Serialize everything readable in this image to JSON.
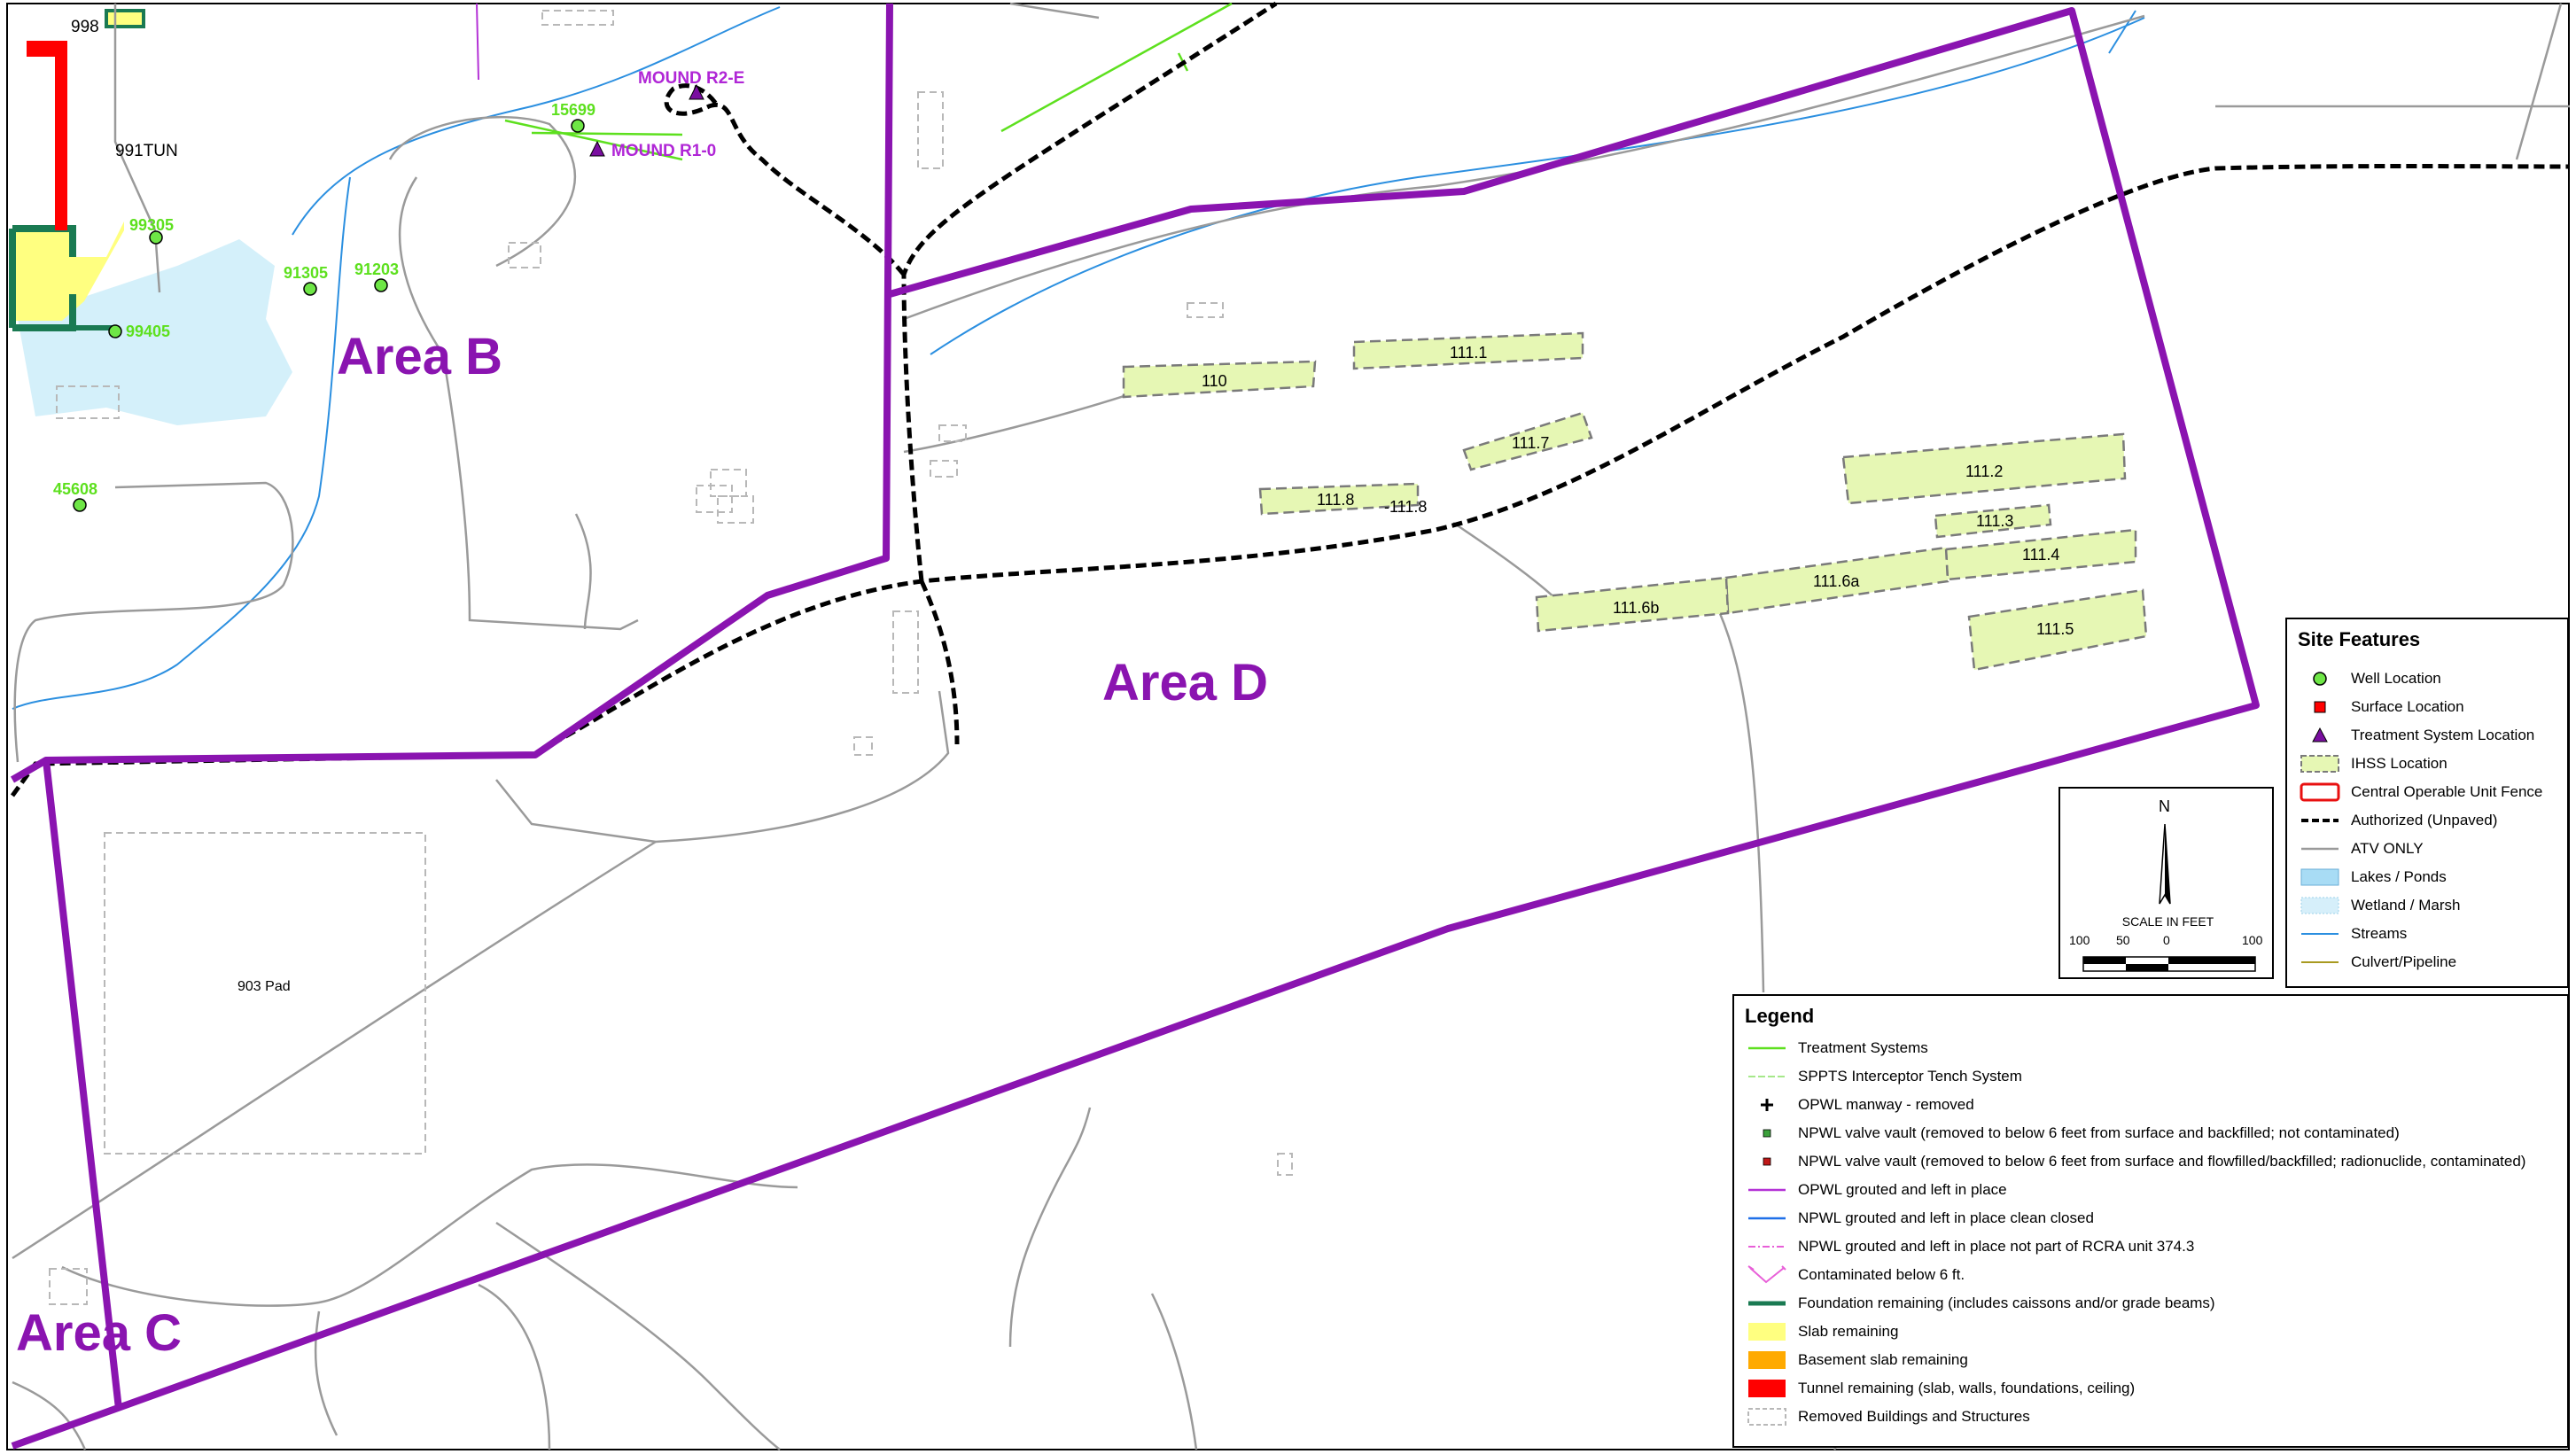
{
  "map": {
    "area_labels": [
      "Area B",
      "Area C",
      "Area D"
    ],
    "area_color": "#8a14b0",
    "wells": [
      "99305",
      "91305",
      "91203",
      "99405",
      "45608",
      "15699"
    ],
    "treatment_systems": [
      "MOUND R2-E",
      "MOUND R1-0"
    ],
    "place_labels": [
      "998",
      "991TUN",
      "903 Pad"
    ],
    "ihss": [
      "110",
      "111.1",
      "111.7",
      "111.8",
      "-111.8",
      "111.2",
      "111.3",
      "111.4",
      "111.6a",
      "111.6b",
      "111.5"
    ],
    "colors": {
      "well_label": "#5de01e",
      "ihss_fill": "#e6f7b4",
      "stream": "#2b8fe0",
      "road": "#000000",
      "atv": "#9a9a9a",
      "wetland": "#c9eaf7",
      "slab": "#ffff80",
      "foundation": "#1a7a52",
      "tunnel": "#ff0000"
    }
  },
  "site_features": {
    "title": "Site Features",
    "items": [
      {
        "label": "Well Location",
        "icon": "green-circle"
      },
      {
        "label": "Surface Location",
        "icon": "red-square"
      },
      {
        "label": "Treatment System Location",
        "icon": "purple-triangle"
      },
      {
        "label": "IHSS Location",
        "icon": "ihss-polygon"
      },
      {
        "label": "Central Operable Unit Fence",
        "icon": "red-outline-box"
      },
      {
        "label": "Authorized (Unpaved)",
        "icon": "black-dashed-line"
      },
      {
        "label": "ATV ONLY",
        "icon": "gray-line"
      },
      {
        "label": "Lakes / Ponds",
        "icon": "blue-fill"
      },
      {
        "label": "Wetland / Marsh",
        "icon": "wetland-pattern"
      },
      {
        "label": "Streams",
        "icon": "blue-line"
      },
      {
        "label": "Culvert/Pipeline",
        "icon": "olive-line"
      }
    ]
  },
  "legend": {
    "title": "Legend",
    "items": [
      {
        "label": "Treatment Systems",
        "icon": "green-line"
      },
      {
        "label": "SPPTS Interceptor Tench System",
        "icon": "light-green-dashed-line"
      },
      {
        "label": "OPWL manway - removed",
        "icon": "black-plus"
      },
      {
        "label": "NPWL valve vault (removed to below 6 feet from surface and backfilled; not contaminated)",
        "icon": "green-dot"
      },
      {
        "label": "NPWL valve vault (removed to below 6 feet from surface and flowfilled/backfilled; radionuclide, contaminated)",
        "icon": "red-dot"
      },
      {
        "label": "OPWL grouted and left in place",
        "icon": "magenta-line"
      },
      {
        "label": "NPWL grouted and left in place clean closed",
        "icon": "blue-line"
      },
      {
        "label": "NPWL grouted and left in place not part of RCRA unit 374.3",
        "icon": "pink-dashdot-line"
      },
      {
        "label": "Contaminated below 6 ft.",
        "icon": "pink-vee"
      },
      {
        "label": "Foundation remaining (includes caissons and/or grade beams)",
        "icon": "dark-green-line"
      },
      {
        "label": "Slab remaining",
        "icon": "yellow-fill"
      },
      {
        "label": "Basement slab remaining",
        "icon": "orange-fill"
      },
      {
        "label": "Tunnel remaining (slab, walls, foundations, ceiling)",
        "icon": "red-fill"
      },
      {
        "label": "Removed Buildings and Structures",
        "icon": "gray-dashed-box"
      }
    ]
  },
  "scale": {
    "north": "N",
    "title": "SCALE IN FEET",
    "ticks": [
      "100",
      "50",
      "0",
      "100"
    ]
  }
}
